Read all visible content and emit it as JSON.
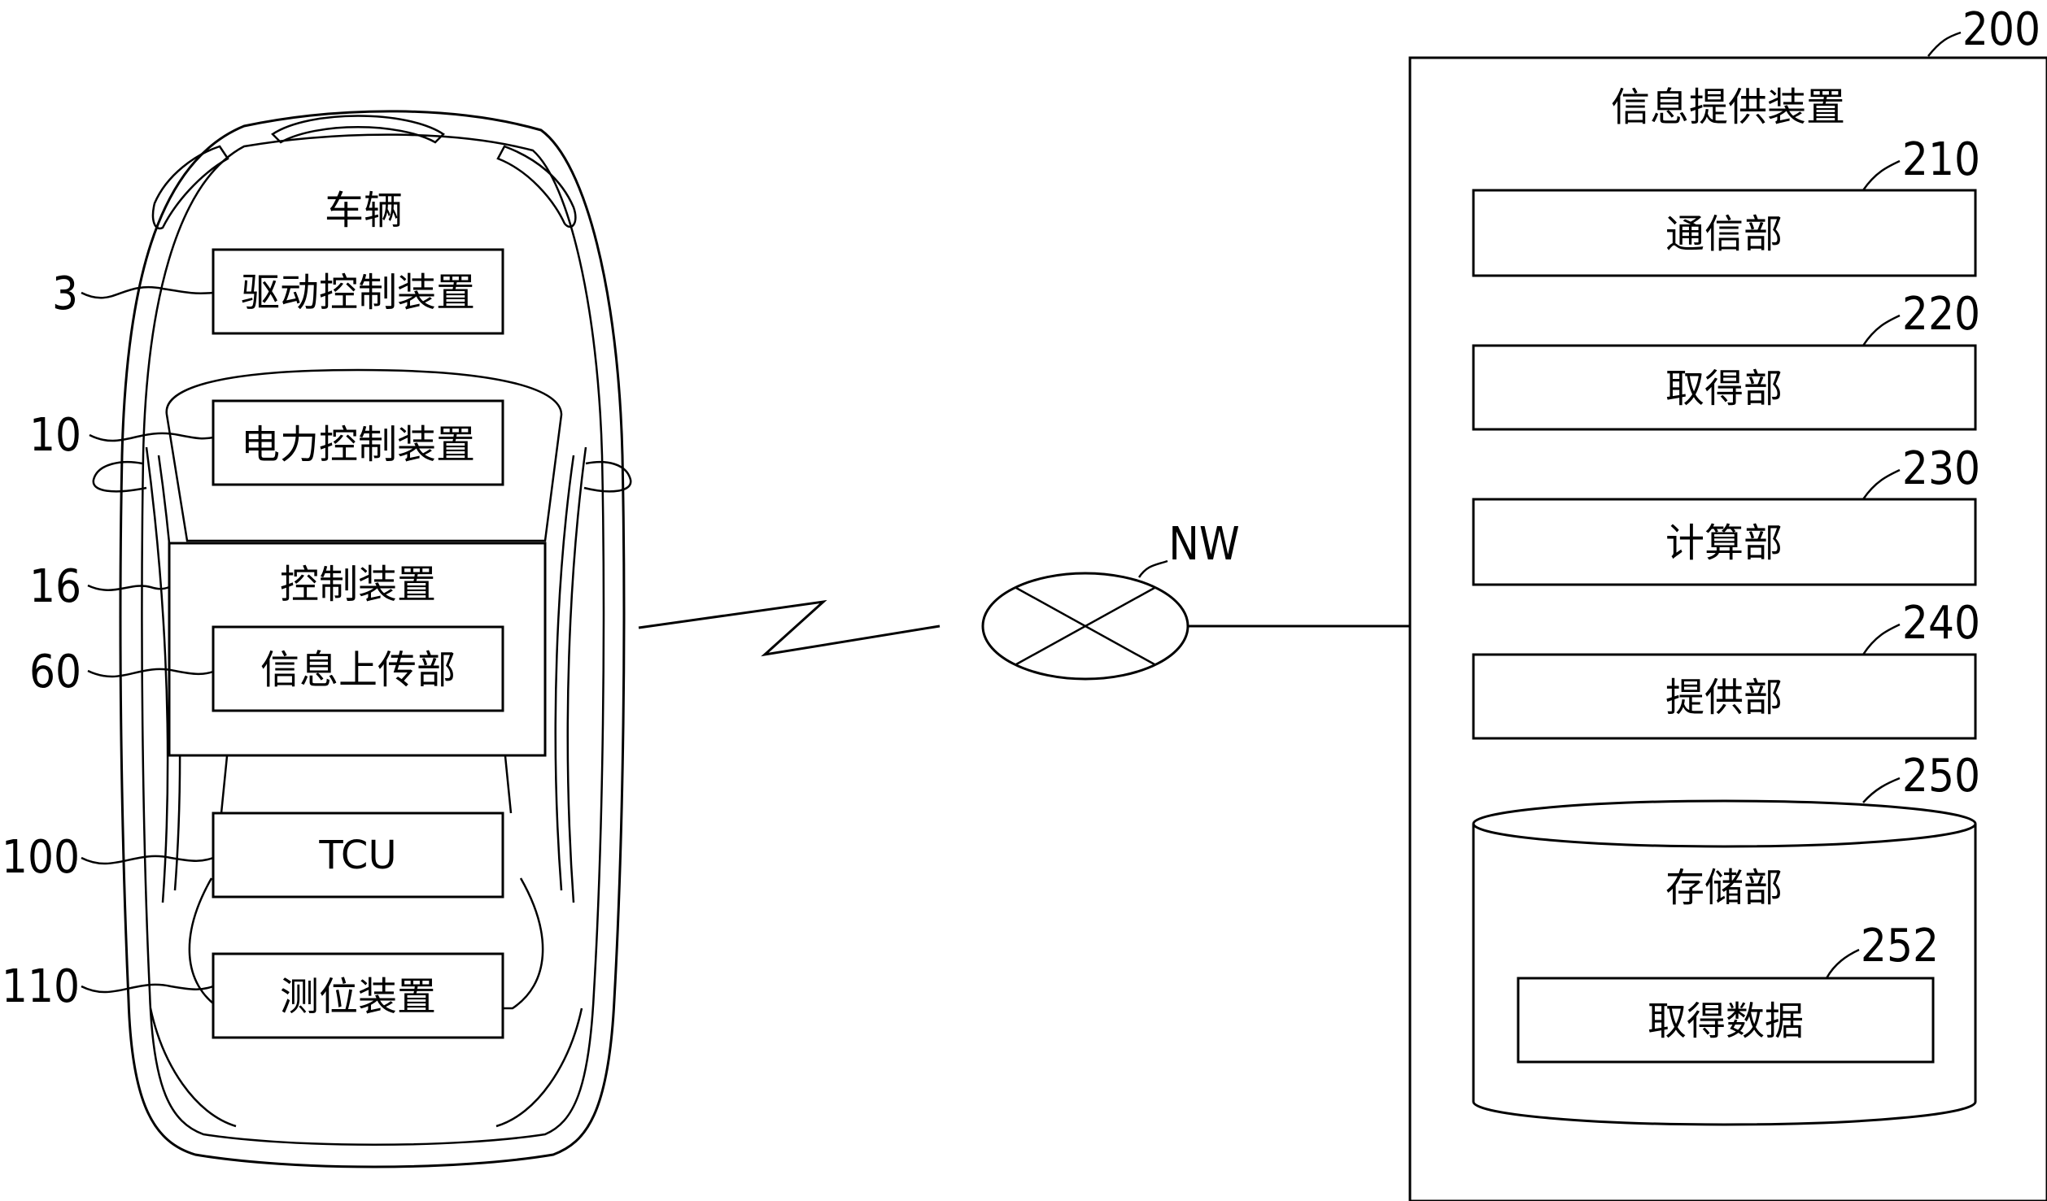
{
  "vehicle": {
    "title": "车辆",
    "drive_control": {
      "ref": "3",
      "label": "驱动控制装置"
    },
    "power_control": {
      "ref": "10",
      "label": "电力控制装置"
    },
    "control_device": {
      "ref": "16",
      "label": "控制装置"
    },
    "info_upload": {
      "ref": "60",
      "label": "信息上传部"
    },
    "tcu": {
      "ref": "100",
      "label": "TCU"
    },
    "positioning": {
      "ref": "110",
      "label": "测位装置"
    }
  },
  "network": {
    "label": "NW"
  },
  "info_provider": {
    "ref": "200",
    "title": "信息提供装置",
    "communication": {
      "ref": "210",
      "label": "通信部"
    },
    "acquisition": {
      "ref": "220",
      "label": "取得部"
    },
    "calculation": {
      "ref": "230",
      "label": "计算部"
    },
    "provision": {
      "ref": "240",
      "label": "提供部"
    },
    "storage": {
      "ref": "250",
      "label": "存储部"
    },
    "acquired_data": {
      "ref": "252",
      "label": "取得数据"
    }
  }
}
